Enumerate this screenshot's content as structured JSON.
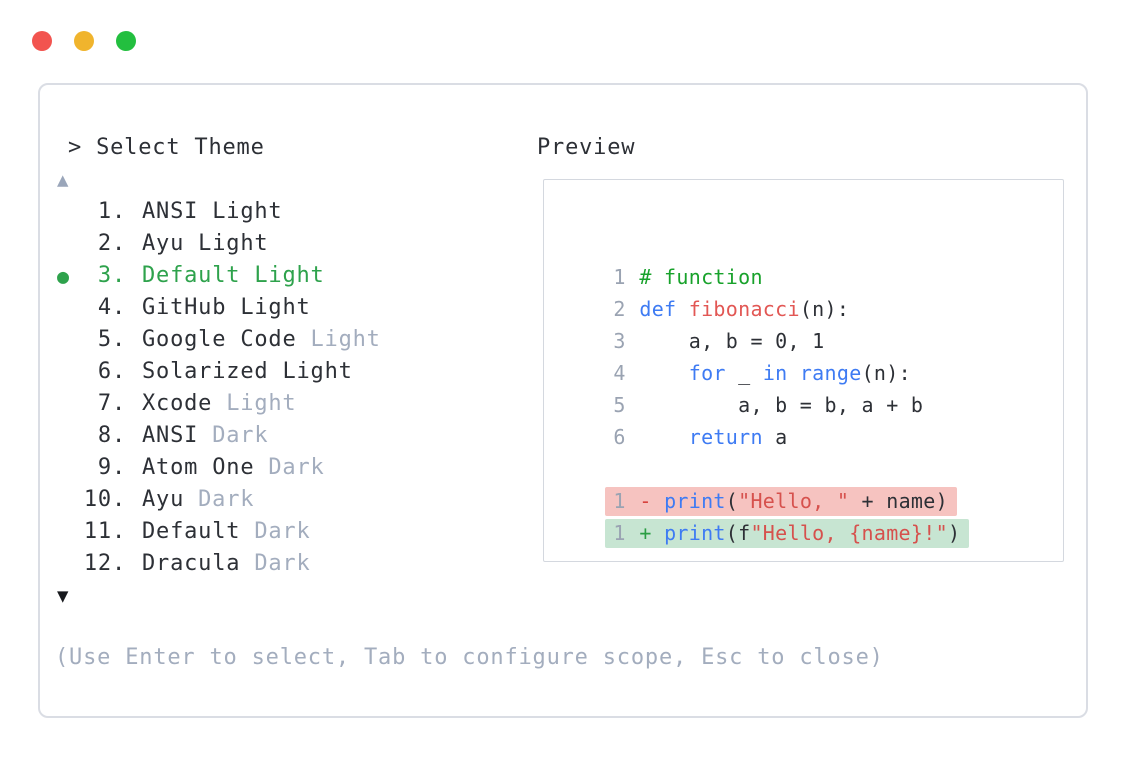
{
  "palette": {
    "dark": "#2d3036",
    "muted": "#a3adbe",
    "lnum": "#9aa3b2",
    "green": "#2ea24c",
    "comment": "#18a22b",
    "kw": "#3e7bf3",
    "fn": "#e25754",
    "str": "#d6514d",
    "minus": "#d7423d",
    "plus": "#2a9e43",
    "diff_removed_bg": "#f6c3c0",
    "diff_added_bg": "#c7e5d2",
    "panel_border": "#dadde4",
    "box_border": "#d4d8df",
    "traffic_red": "#f2544f",
    "traffic_yellow": "#f0b42d",
    "traffic_green": "#23bf3f",
    "arrow_up": "#9aa6ba",
    "arrow_down": "#17191d"
  },
  "window": {
    "close_label": "close",
    "minimize_label": "minimize",
    "zoom_label": "zoom"
  },
  "theme_picker": {
    "prompt": "> Select Theme",
    "scroll_up_icon": "▲",
    "scroll_down_icon": "▼",
    "selected_marker": "●",
    "items": [
      {
        "number": "1.",
        "name": "ANSI Light",
        "variant": "",
        "selected": false
      },
      {
        "number": "2.",
        "name": "Ayu Light",
        "variant": "",
        "selected": false
      },
      {
        "number": "3.",
        "name": "Default Light",
        "variant": "",
        "selected": true
      },
      {
        "number": "4.",
        "name": "GitHub Light",
        "variant": "",
        "selected": false
      },
      {
        "number": "5.",
        "name": "Google Code",
        "variant": "Light",
        "selected": false
      },
      {
        "number": "6.",
        "name": "Solarized Light",
        "variant": "",
        "selected": false
      },
      {
        "number": "7.",
        "name": "Xcode",
        "variant": "Light",
        "selected": false
      },
      {
        "number": "8.",
        "name": "ANSI",
        "variant": "Dark",
        "selected": false
      },
      {
        "number": "9.",
        "name": "Atom One",
        "variant": "Dark",
        "selected": false
      },
      {
        "number": "10.",
        "name": "Ayu",
        "variant": "Dark",
        "selected": false
      },
      {
        "number": "11.",
        "name": "Default",
        "variant": "Dark",
        "selected": false
      },
      {
        "number": "12.",
        "name": "Dracula",
        "variant": "Dark",
        "selected": false
      }
    ],
    "hint": "(Use Enter to select, Tab to configure scope, Esc to close)"
  },
  "preview": {
    "label": "Preview",
    "code_lines": [
      {
        "num": "1",
        "segments": [
          {
            "t": "# function",
            "c": "comment"
          }
        ]
      },
      {
        "num": "2",
        "segments": [
          {
            "t": "def ",
            "c": "kw"
          },
          {
            "t": "fibonacci",
            "c": "fn"
          },
          {
            "t": "(n):",
            "c": "plain"
          }
        ]
      },
      {
        "num": "3",
        "segments": [
          {
            "t": "    a, b = 0, 1",
            "c": "plain"
          }
        ]
      },
      {
        "num": "4",
        "segments": [
          {
            "t": "    ",
            "c": "plain"
          },
          {
            "t": "for",
            "c": "kw"
          },
          {
            "t": " _ ",
            "c": "plain"
          },
          {
            "t": "in",
            "c": "kw"
          },
          {
            "t": " ",
            "c": "plain"
          },
          {
            "t": "range",
            "c": "kw"
          },
          {
            "t": "(n):",
            "c": "plain"
          }
        ]
      },
      {
        "num": "5",
        "segments": [
          {
            "t": "        a, b = b, a + b",
            "c": "plain"
          }
        ]
      },
      {
        "num": "6",
        "segments": [
          {
            "t": "    ",
            "c": "plain"
          },
          {
            "t": "return",
            "c": "kw"
          },
          {
            "t": " a",
            "c": "plain"
          }
        ]
      },
      {
        "num": "",
        "segments": []
      },
      {
        "num": "1",
        "diff": "removed",
        "segments": [
          {
            "t": "- ",
            "c": "minus"
          },
          {
            "t": "print",
            "c": "kw"
          },
          {
            "t": "(",
            "c": "plain"
          },
          {
            "t": "\"Hello, \"",
            "c": "str"
          },
          {
            "t": " + name)",
            "c": "plain"
          }
        ]
      },
      {
        "num": "1",
        "diff": "added",
        "segments": [
          {
            "t": "+ ",
            "c": "plus"
          },
          {
            "t": "print",
            "c": "kw"
          },
          {
            "t": "(f",
            "c": "plain"
          },
          {
            "t": "\"Hello, {name}!\"",
            "c": "str"
          },
          {
            "t": ")",
            "c": "plain"
          }
        ]
      }
    ]
  }
}
